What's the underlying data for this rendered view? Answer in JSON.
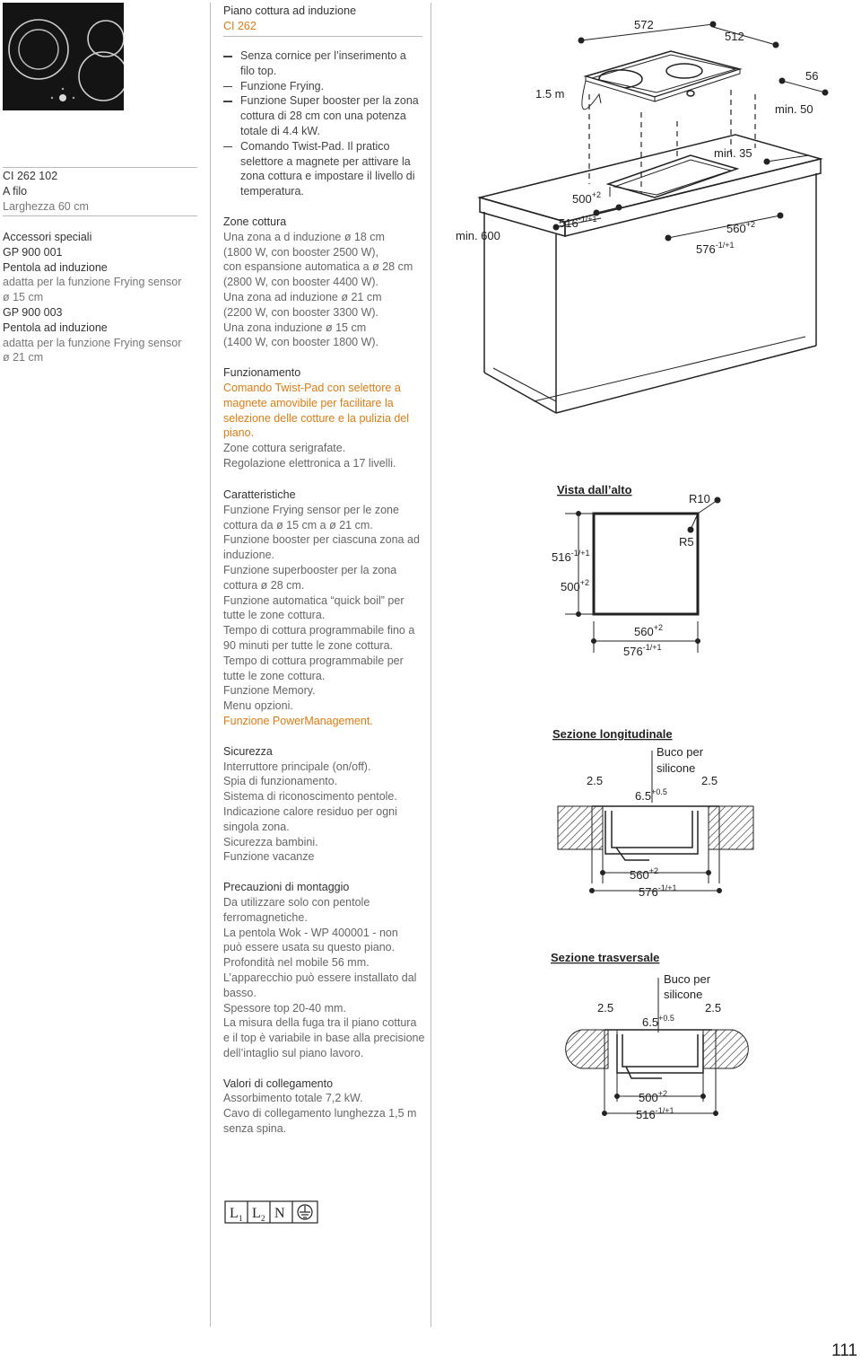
{
  "header": {
    "product_type": "Piano cottura ad induzione",
    "model": "CI 262"
  },
  "sidebar": {
    "model_code": "CI 262 102",
    "mount": "A filo",
    "width": "Larghezza 60 cm",
    "accessories_title": "Accessori speciali",
    "accessories": [
      {
        "code": "GP 900 001",
        "name": "Pentola ad induzione",
        "desc1": "adatta per la funzione Frying sensor",
        "desc2": "ø 15 cm"
      },
      {
        "code": "GP 900 003",
        "name": "Pentola ad induzione",
        "desc1": "adatta per la funzione Frying sensor",
        "desc2": "ø 21 cm"
      }
    ]
  },
  "features": [
    [
      "Senza cornice per l’inserimento a",
      "filo top."
    ],
    [
      "Funzione Frying."
    ],
    [
      "Funzione Super booster per la zona",
      "cottura di 28 cm con una potenza",
      "totale di 4.4 kW."
    ],
    [
      "Comando Twist-Pad. Il pratico",
      "selettore a magnete per attivare la",
      "zona cottura e impostare il livello di",
      "temperatura."
    ]
  ],
  "zones": {
    "title": "Zone cottura",
    "lines": [
      "Una zona a d induzione ø 18 cm",
      "(1800 W, con booster 2500 W),",
      "con espansione automatica a ø 28 cm",
      "(2800 W, con booster 4400 W).",
      "Una zona ad induzione ø 21 cm",
      "(2200 W, con booster 3300 W).",
      "Una zona induzione ø 15 cm",
      "(1400 W, con booster 1800 W)."
    ]
  },
  "funzionamento": {
    "title": "Funzionamento",
    "highlight": [
      "Comando Twist-Pad con selettore a",
      "magnete amovibile per facilitare la",
      "selezione delle cotture e la pulizia del",
      "piano."
    ],
    "lines": [
      "Zone cottura serigrafate.",
      "Regolazione elettronica a 17 livelli."
    ]
  },
  "caratteristiche": {
    "title": "Caratteristiche",
    "lines": [
      "Funzione Frying sensor per le zone",
      "cottura da ø 15 cm a ø 21 cm.",
      "Funzione booster per ciascuna zona ad",
      "induzione.",
      "Funzione superbooster per la zona",
      "cottura ø 28 cm.",
      "Funzione automatica “quick boil” per",
      "tutte le zone cottura.",
      "Tempo di cottura programmabile fino a",
      "90 minuti per tutte le zone cottura.",
      "Tempo di cottura programmabile per",
      "tutte le zone cottura.",
      "Funzione Memory.",
      "Menu opzioni."
    ],
    "highlight": "Funzione PowerManagement."
  },
  "sicurezza": {
    "title": "Sicurezza",
    "lines": [
      "Interruttore principale (on/off).",
      "Spia di funzionamento.",
      "Sistema di riconoscimento pentole.",
      "Indicazione calore residuo per ogni",
      "singola zona.",
      "Sicurezza bambini.",
      "Funzione vacanze"
    ]
  },
  "precauzioni": {
    "title": "Precauzioni di montaggio",
    "lines": [
      "Da utilizzare solo con pentole",
      "ferromagnetiche.",
      "La pentola Wok - WP 400001 - non",
      "può essere usata su questo piano.",
      "Profondità nel mobile 56 mm.",
      "L’apparecchio può essere installato dal",
      "basso.",
      "Spessore top 20-40 mm.",
      "La misura della fuga tra il piano cottura",
      "e il top è variabile in base alla precisione",
      "dell’intaglio sul piano lavoro."
    ]
  },
  "collegamento": {
    "title": "Valori di collegamento",
    "lines": [
      "Assorbimento totale 7,2 kW.",
      "Cavo di collegamento lunghezza 1,5 m",
      "senza spina."
    ]
  },
  "terminals": [
    "L",
    "1",
    "L",
    "2",
    "N"
  ],
  "diagram_main": {
    "d572": "572",
    "d512": "512",
    "d56": "56",
    "min50": "min. 50",
    "cable": "1.5 m",
    "min35": "min. 35",
    "min600": "min. 600",
    "d500": "500",
    "d500_tol": "+2",
    "d516": "516",
    "d516_tol": "-1/+1",
    "d560": "560",
    "d560_tol": "+2",
    "d576": "576",
    "d576_tol": "-1/+1"
  },
  "diagram_top": {
    "title": "Vista dall’alto",
    "r10": "R10",
    "r5": "R5",
    "d516": "516",
    "d516_tol": "-1/+1",
    "d500": "500",
    "d500_tol": "+2",
    "d560": "560",
    "d560_tol": "+2",
    "d576": "576",
    "d576_tol": "-1/+1"
  },
  "diagram_long": {
    "title": "Sezione longitudinale",
    "buco1": "Buco per",
    "buco2": "silicone",
    "g1": "2.5",
    "g2": "2.5",
    "d65": "6.5",
    "d65_tol": "+0.5",
    "d560": "560",
    "d560_tol": "+2",
    "d576": "576",
    "d576_tol": "-1/+1"
  },
  "diagram_trans": {
    "title": "Sezione trasversale",
    "buco1": "Buco per",
    "buco2": "silicone",
    "g1": "2.5",
    "g2": "2.5",
    "d65": "6.5",
    "d65_tol": "+0.5",
    "d500": "500",
    "d500_tol": "+2",
    "d516": "516",
    "d516_tol": "-1/+1"
  },
  "page_number": "111"
}
